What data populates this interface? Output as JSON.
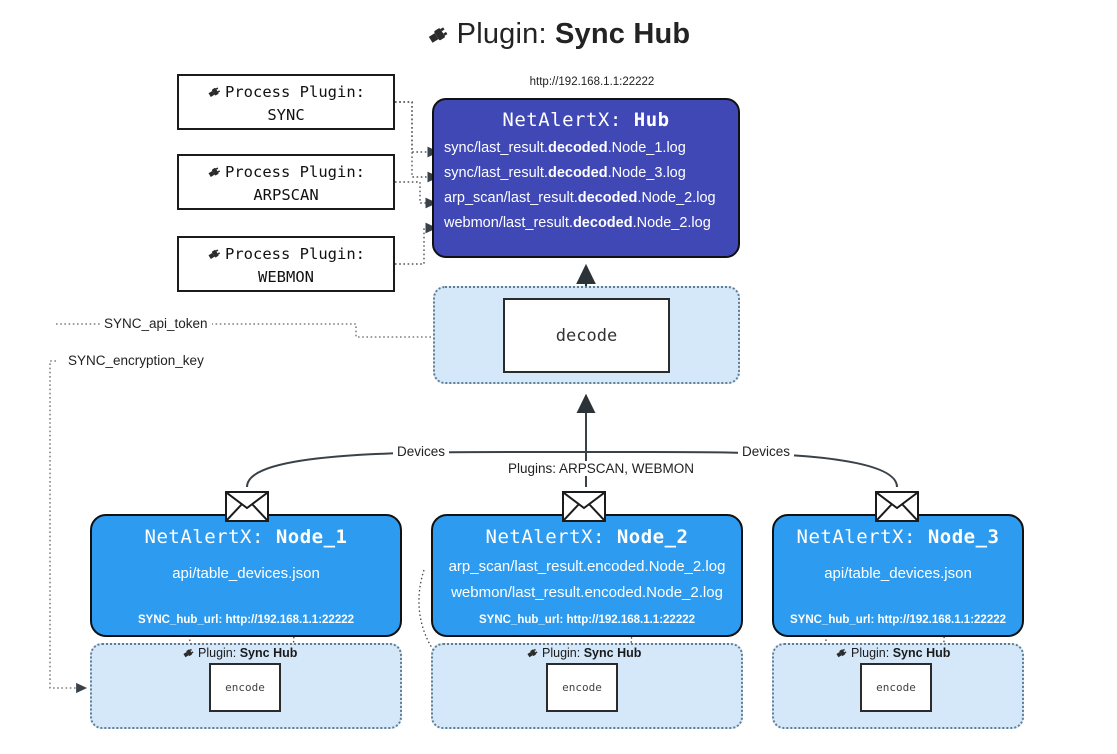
{
  "title": {
    "icon": "plug-icon",
    "label": "Plugin:",
    "value": "Sync Hub"
  },
  "hub": {
    "url_caption": "http://192.168.1.1:22222",
    "title_prefix": "NetAlertX:",
    "title_name": "Hub",
    "logs": [
      {
        "pre": "sync/last_result.",
        "mid": "decoded",
        "post": ".Node_1.log"
      },
      {
        "pre": "sync/last_result.",
        "mid": "decoded",
        "post": ".Node_3.log"
      },
      {
        "pre": "arp_scan/last_result.",
        "mid": "decoded",
        "post": ".Node_2.log"
      },
      {
        "pre": "webmon/last_result.",
        "mid": "decoded",
        "post": ".Node_2.log"
      }
    ]
  },
  "process_plugins": [
    {
      "icon": "plug-icon",
      "label": "Process Plugin:",
      "name": "SYNC"
    },
    {
      "icon": "plug-icon",
      "label": "Process Plugin:",
      "name": "ARPSCAN"
    },
    {
      "icon": "plug-icon",
      "label": "Process Plugin:",
      "name": "WEBMON"
    }
  ],
  "decode": {
    "box_label": "decode"
  },
  "tokens": [
    {
      "label": "SYNC_api_token"
    },
    {
      "label": "SYNC_encryption_key"
    }
  ],
  "edge_labels": {
    "devices_left": "Devices",
    "devices_right": "Devices",
    "plugins_center": "Plugins: ARPSCAN, WEBMON"
  },
  "nodes": [
    {
      "icon": "envelope-icon",
      "title_prefix": "NetAlertX:",
      "title_name": "Node_1",
      "lines": [
        "api/table_devices.json"
      ],
      "footer": "SYNC_hub_url: http://192.168.1.1:22222",
      "plugin_label": "Plugin:",
      "plugin_name": "Sync Hub",
      "encode_label": "encode"
    },
    {
      "icon": "envelope-icon",
      "title_prefix": "NetAlertX:",
      "title_name": "Node_2",
      "lines": [
        "arp_scan/last_result.encoded.Node_2.log",
        "webmon/last_result.encoded.Node_2.log"
      ],
      "footer": "SYNC_hub_url: http://192.168.1.1:22222",
      "plugin_label": "Plugin:",
      "plugin_name": "Sync Hub",
      "encode_label": "encode"
    },
    {
      "icon": "envelope-icon",
      "title_prefix": "NetAlertX:",
      "title_name": "Node_3",
      "lines": [
        "api/table_devices.json"
      ],
      "footer": "SYNC_hub_url: http://192.168.1.1:22222",
      "plugin_label": "Plugin:",
      "plugin_name": "Sync Hub",
      "encode_label": "encode"
    }
  ],
  "colors": {
    "hub_fill": "#3f48b4",
    "node_fill": "#2d9bf0",
    "group_fill": "#d5e8fa",
    "group_border": "#5f7d93",
    "edge_stroke": "#3a4249",
    "box_border": "#1b1b1b"
  }
}
